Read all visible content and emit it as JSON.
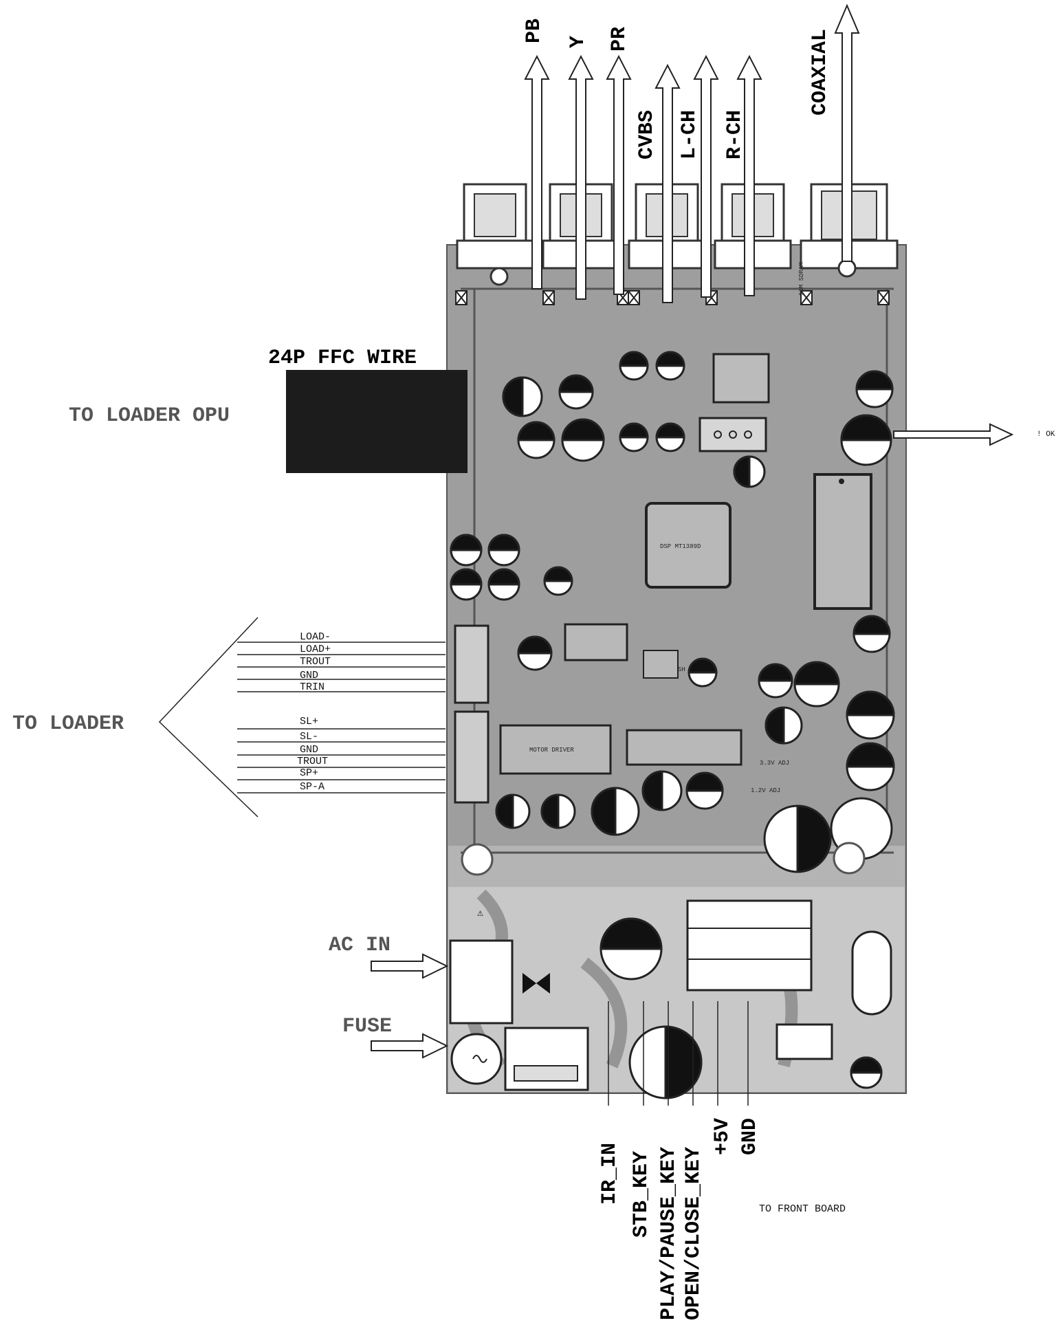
{
  "top_outputs": [
    "PB",
    "Y",
    "PR",
    "CVBS",
    "L-CH",
    "R-CH",
    "COAXIAL"
  ],
  "ffc_label": "24P FFC WIRE",
  "loader_opu_label": "TO LOADER OPU",
  "right_arrow_label": "! OK",
  "loader_label": "TO LOADER",
  "loader_pins_group1": [
    "LOAD-",
    "LOAD+",
    "TROUT",
    "GND",
    "TRIN"
  ],
  "loader_pins_group2": [
    "SL+",
    "SL-",
    "GND",
    "TROUT",
    "SP+",
    "SP-A"
  ],
  "ac_in_label": "AC IN",
  "fuse_label": "FUSE",
  "warning_symbol": "⚠",
  "front_pins": [
    "IR_IN",
    "STB_KEY",
    "PLAY/PAUSE_KEY",
    "OPEN/CLOSE_KEY",
    "+5V",
    "GND"
  ],
  "front_board_label": "TO FRONT BOARD",
  "chip_labels": {
    "dsp": "DSP MT1389D",
    "motor": "MOTOR DRIVER",
    "sdram": "16M SDRAM",
    "v33": "3.3V ADJ",
    "v12": "1.2V ADJ",
    "flash": "16M FLASH"
  },
  "colors": {
    "board": "#9e9e9e",
    "dark": "#1c1c1c",
    "trace": "#5a5a5a",
    "label_grey": "#555555"
  }
}
